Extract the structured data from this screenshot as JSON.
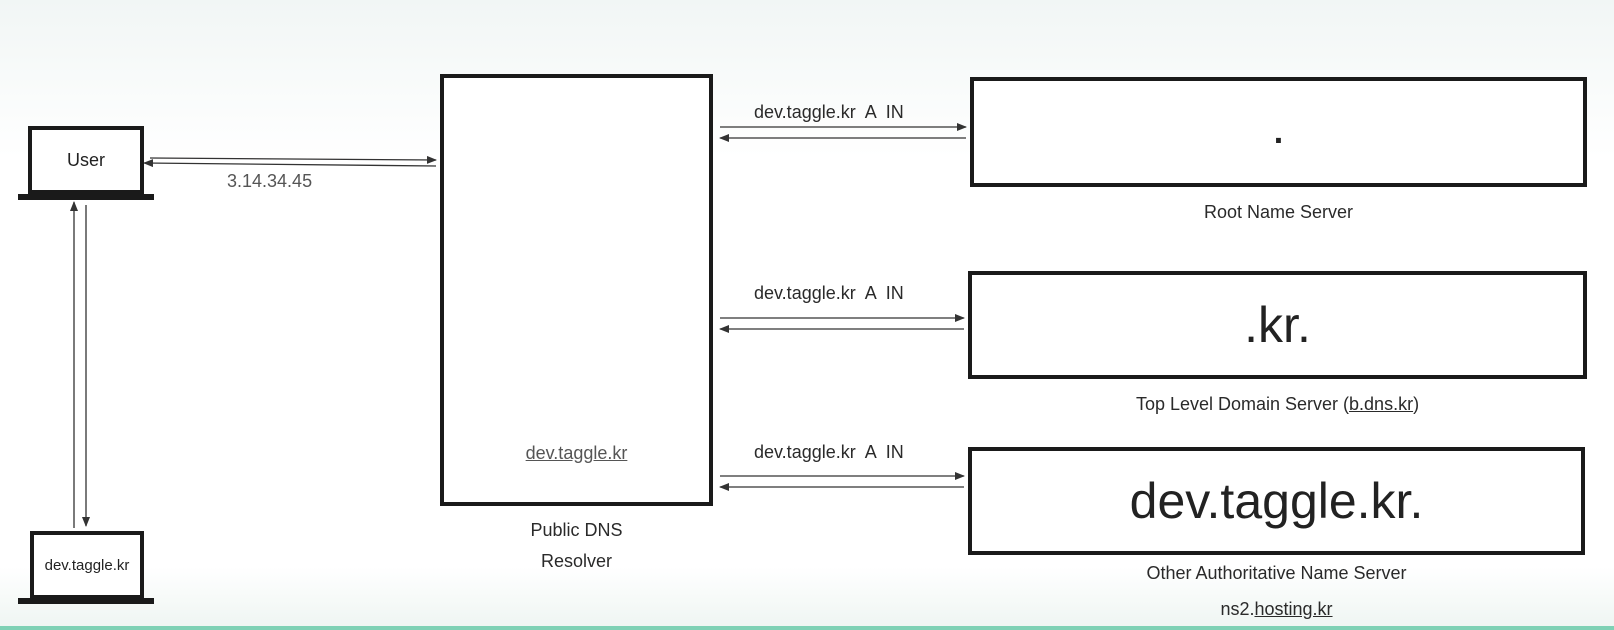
{
  "user": {
    "label": "User",
    "response_ip": "3.14.34.45"
  },
  "resolver": {
    "label_line1": "Public DNS",
    "label_line2": "Resolver",
    "inner_text": "dev.taggle.kr"
  },
  "queries": {
    "root": "dev.taggle.kr  A  IN",
    "tld": "dev.taggle.kr  A  IN",
    "auth": "dev.taggle.kr  A  IN"
  },
  "root_server": {
    "symbol": ".",
    "label": "Root Name Server"
  },
  "tld_server": {
    "symbol": ".kr.",
    "label_prefix": "Top Level Domain Server (",
    "label_link": "b.dns.kr",
    "label_suffix": ")"
  },
  "auth_server": {
    "symbol": "dev.taggle.kr.",
    "label": "Other Authoritative Name Server",
    "ns_prefix": "ns2.",
    "ns_link": "hosting.kr"
  },
  "target_host": {
    "label": "dev.taggle.kr"
  }
}
